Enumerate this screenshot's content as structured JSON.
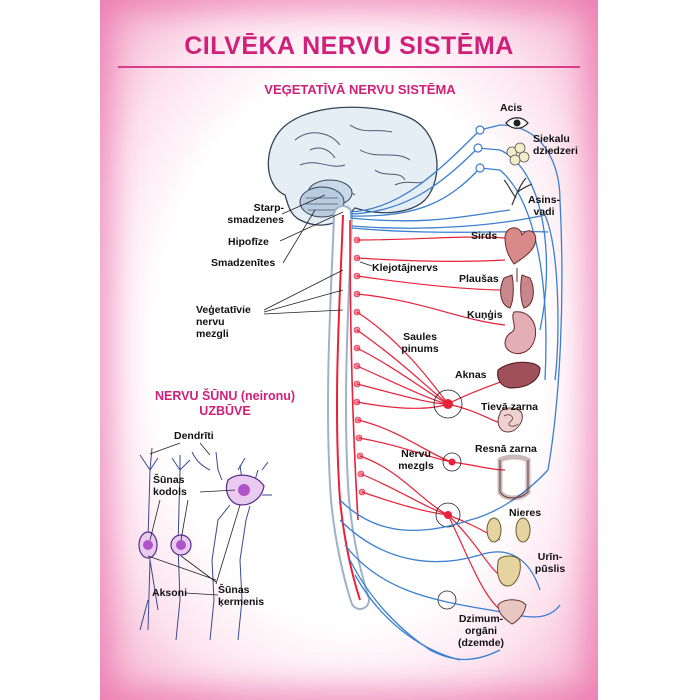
{
  "title": "CILVĒKA NERVU SISTĒMA",
  "subtitle": "VEĢETATĪVĀ NERVU SISTĒMA",
  "inset": {
    "title_line1": "NERVU ŠŪNU (neironu)",
    "title_line2": "UZBŪVE",
    "labels": {
      "dendrites": "Dendrīti",
      "nucleus_line1": "Šūnas",
      "nucleus_line2": "kodols",
      "axons": "Aksoni",
      "cellbody_line1": "Šūnas",
      "cellbody_line2": "ķermenis"
    }
  },
  "left_labels": {
    "diencephalon_line1": "Starp-",
    "diencephalon_line2": "smadzenes",
    "pituitary": "Hipofīze",
    "cerebellum": "Smadzenītes",
    "ganglia_line1": "Veģetatīvie",
    "ganglia_line2": "nervu",
    "ganglia_line3": "mezgli"
  },
  "center_labels": {
    "vagus": "Klejotājnervs",
    "solar_line1": "Saules",
    "solar_line2": "pinums",
    "ganglion_line1": "Nervu",
    "ganglion_line2": "mezgls"
  },
  "organs": {
    "eye": "Acis",
    "salivary_line1": "Siekalu",
    "salivary_line2": "dziedzeri",
    "vessels_line1": "Asins-",
    "vessels_line2": "vadi",
    "heart": "Sirds",
    "lungs": "Plaušas",
    "stomach": "Kuņģis",
    "liver": "Aknas",
    "small_intestine": "Tievā zarna",
    "large_intestine": "Resnā zarna",
    "kidneys": "Nieres",
    "bladder_line1": "Urīn-",
    "bladder_line2": "pūslis",
    "genitals_line1": "Dzimum-",
    "genitals_line2": "orgāni",
    "genitals_line3": "(dzemde)"
  },
  "colors": {
    "accent": "#d0207a",
    "sympathetic": "#e8213a",
    "parasympathetic": "#3a7fd0",
    "border": "#f3a9c9"
  }
}
